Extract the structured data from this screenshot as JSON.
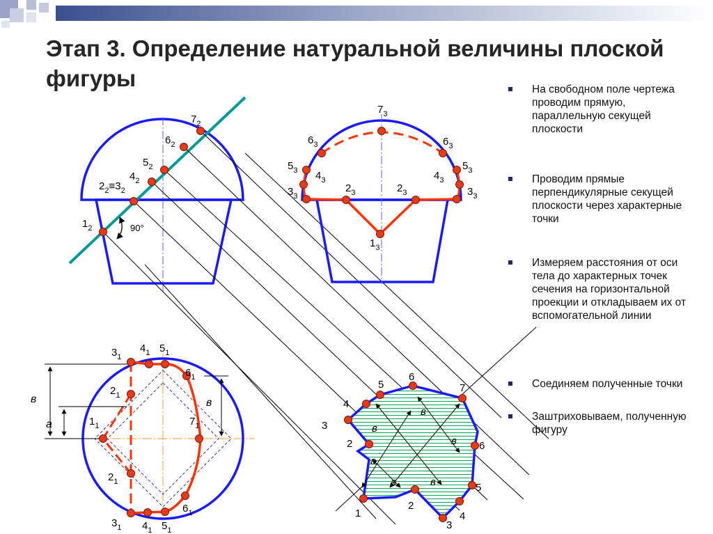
{
  "title": "Этап 3. Определение натуральной величины плоской фигуры",
  "bullets": [
    "На свободном поле чертежа проводим прямую,  параллельную секущей плоскости",
    "Проводим прямые перпендикулярные секущей плоскости через характерные точки",
    "Измеряем расстояния от оси тела до характерных точек сечения на горизонтальной проекции и откладываем их от вспомогательной линии",
    "Соединяем полученные точки",
    "Заштриховываем, полученную фигуру"
  ],
  "angle_label": "90°",
  "labels": {
    "front": {
      "p7": {
        "t": "7",
        "s": "2"
      },
      "p6": {
        "t": "6",
        "s": "2"
      },
      "p5": {
        "t": "5",
        "s": "2"
      },
      "p4": {
        "t": "4",
        "s": "2"
      },
      "p23a": {
        "t": "2",
        "s": "2"
      },
      "p23eq": {
        "t": "≡"
      },
      "p23b": {
        "t": "3",
        "s": "2"
      },
      "p1": {
        "t": "1",
        "s": "2"
      }
    },
    "side": {
      "p7": {
        "t": "7",
        "s": "3"
      },
      "p6L": {
        "t": "6",
        "s": "3"
      },
      "p6R": {
        "t": "6",
        "s": "3"
      },
      "p5L": {
        "t": "5",
        "s": "3"
      },
      "p5R": {
        "t": "5",
        "s": "3"
      },
      "p4L": {
        "t": "4",
        "s": "3"
      },
      "p4R": {
        "t": "4",
        "s": "3"
      },
      "p3L": {
        "t": "3",
        "s": "3"
      },
      "p3R": {
        "t": "3",
        "s": "3"
      },
      "p2L": {
        "t": "2",
        "s": "3"
      },
      "p2R": {
        "t": "2",
        "s": "3"
      },
      "p1": {
        "t": "1",
        "s": "3"
      }
    },
    "top": {
      "p3u": {
        "t": "3",
        "s": "1"
      },
      "p4u": {
        "t": "4",
        "s": "1"
      },
      "p5u": {
        "t": "5",
        "s": "1"
      },
      "p6u": {
        "t": "6",
        "s": "1"
      },
      "p2u": {
        "t": "2",
        "s": "1"
      },
      "p1": {
        "t": "1",
        "s": "1"
      },
      "p7": {
        "t": "7",
        "s": "1"
      },
      "p2d": {
        "t": "2",
        "s": "1"
      },
      "p6d": {
        "t": "6",
        "s": "1"
      },
      "p3d": {
        "t": "3",
        "s": "1"
      },
      "p4d": {
        "t": "4",
        "s": "1"
      },
      "p5d": {
        "t": "5",
        "s": "1"
      },
      "dim_b": "в",
      "dim_a": "а",
      "dim_b2": "в"
    },
    "section": {
      "n5a": "5",
      "n6a": "6",
      "n7": "7",
      "n4a": "4",
      "n3a": "3",
      "n2a": "2",
      "n6b": "6",
      "n5b": "5",
      "n4b": "4",
      "n3b": "3",
      "n2b": "2",
      "n1": "1",
      "d_b1": "в",
      "d_b2": "в",
      "d_b3": "в",
      "d_a1": "а",
      "d_a2": "а",
      "d_b4": "в"
    }
  },
  "colors": {
    "outline": "#1a1aff",
    "section": "#ff3300",
    "point_fill": "#e8391b",
    "cutting_plane": "#009999",
    "hatch": "#00a651",
    "axis": "#ff9933",
    "dashed_square": "#3333aa"
  }
}
